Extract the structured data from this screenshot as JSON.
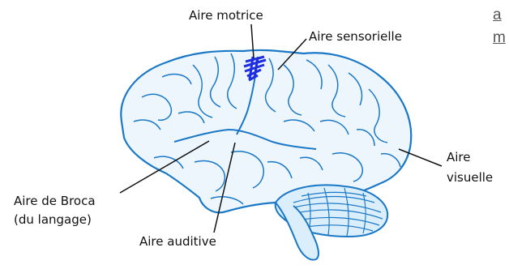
{
  "diagram": {
    "labels": {
      "motor": "Aire motrice",
      "sensory": "Aire sensorielle",
      "visual_line1": "Aire",
      "visual_line2": "visuelle",
      "broca_line1": "Aire de Broca",
      "broca_line2": "(du langage)",
      "auditory": "Aire auditive"
    },
    "edge_text": {
      "line1": "a",
      "line2": "m"
    },
    "colors": {
      "outline": "#1a78c6",
      "fill": "#eef6fd",
      "motor_highlight": "#1d2fe0",
      "leader": "#111111"
    }
  }
}
